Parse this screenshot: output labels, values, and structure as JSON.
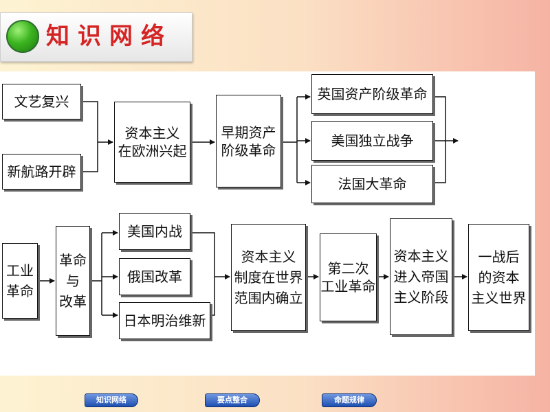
{
  "title": "知识网络",
  "nodes": {
    "renaissance": "文艺复兴",
    "new_routes": "新航路开辟",
    "capitalism_rise": "资本主义\n在欧洲兴起",
    "early_revolution": "早期资产\n阶级革命",
    "english_revolution": "英国资产阶级革命",
    "american_independence": "美国独立战争",
    "french_revolution": "法国大革命",
    "industrial_revolution": "工业\n革命",
    "revolution_reform": "革命\n与\n改革",
    "us_civil_war": "美国内战",
    "russian_reform": "俄国改革",
    "meiji_restoration": "日本明治维新",
    "capitalism_established": "资本主义\n制度在世界\n范围内确立",
    "second_industrial": "第二次\n工业革命",
    "imperialism": "资本主义\n进入帝国\n主义阶段",
    "post_ww1": "一战后\n的资本\n主义世界"
  },
  "nav": {
    "knowledge_network": "知识网络",
    "key_points": "要点整合",
    "exam_patterns": "命题规律"
  },
  "colors": {
    "title_text": "#d42424",
    "nav_button": "#1e4fb0"
  }
}
